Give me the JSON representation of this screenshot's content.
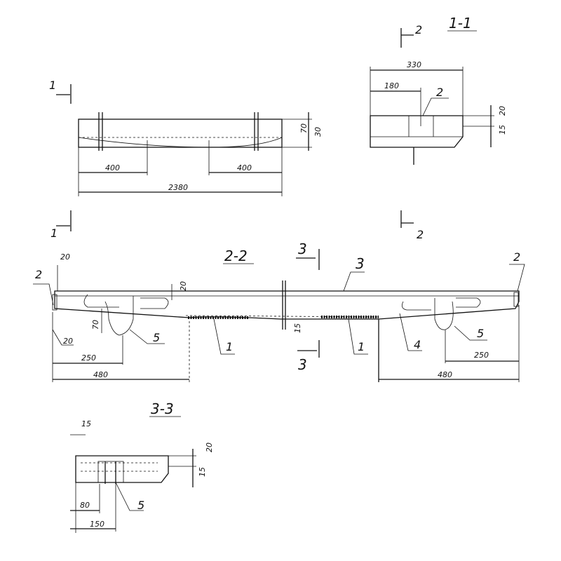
{
  "top_view": {
    "sec_mark_top": "1",
    "sec_mark_bottom": "1",
    "dim_left": "400",
    "dim_right": "400",
    "dim_total": "2380",
    "dim_h1": "70",
    "dim_h2": "30"
  },
  "section_1_1": {
    "title": "1-1",
    "sec_mark_top": "2",
    "sec_mark_bottom": "2",
    "dim_width": "330",
    "dim_inner": "180",
    "leader_2": "2",
    "dim_20": "20",
    "dim_15": "15"
  },
  "section_2_2": {
    "title": "2-2",
    "dim_20_top": "20",
    "leader_2_left": "2",
    "dim_20_mid": "20",
    "dim_70": "70",
    "dim_20_bottom": "20",
    "dim_250_left": "250",
    "dim_480_left": "480",
    "leader_5_left": "5",
    "leader_1_left": "1",
    "sec_mark_3_top": "3",
    "leader_3": "3",
    "dim_15": "15",
    "sec_mark_3_bottom": "3",
    "leader_1_right": "1",
    "leader_4": "4",
    "leader_5_right": "5",
    "leader_2_right": "2",
    "dim_250_right": "250",
    "dim_480_right": "480"
  },
  "section_3_3": {
    "title": "3-3",
    "dim_15_top": "15",
    "dim_20": "20",
    "dim_15_side": "15",
    "dim_80": "80",
    "dim_150": "150",
    "leader_5": "5"
  }
}
